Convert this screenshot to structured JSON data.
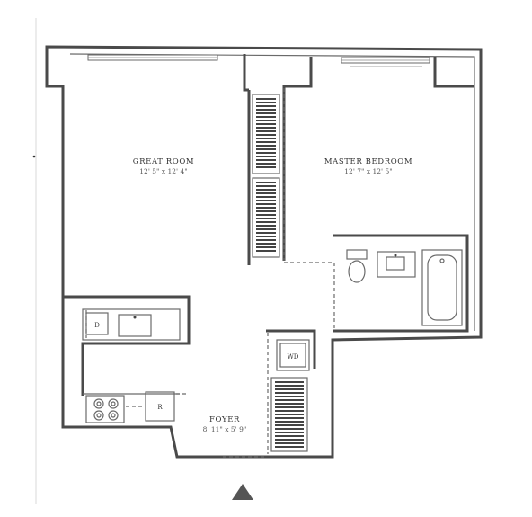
{
  "rooms": {
    "great_room": {
      "name": "Great Room",
      "dims": "12' 5\" x 12' 4\""
    },
    "master_bedroom": {
      "name": "Master Bedroom",
      "dims": "12' 7\" x 12' 5\""
    },
    "foyer": {
      "name": "Foyer",
      "dims": "8' 11\" x 5' 9\""
    }
  },
  "fixtures": {
    "dishwasher": "D",
    "refrigerator": "R",
    "washer_dryer": "WD"
  },
  "compass": {
    "shape": "triangle-up",
    "color": "#555555"
  }
}
